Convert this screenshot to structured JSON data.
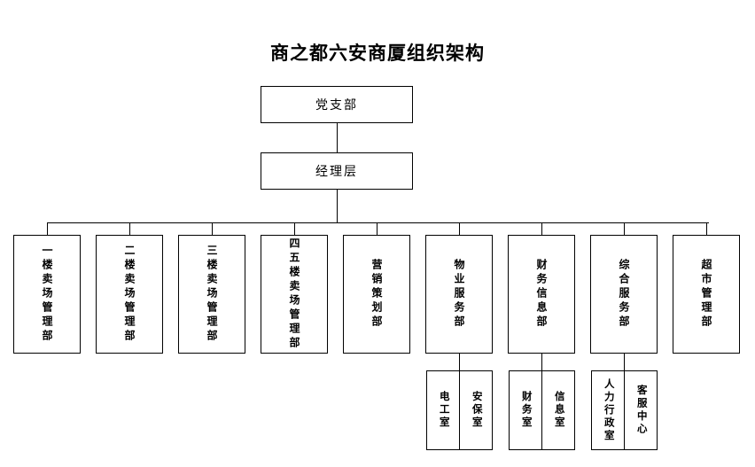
{
  "diagram": {
    "type": "org-chart",
    "title": "商之都六安商厦组织架构",
    "orientation": "top-down",
    "line_color": "#000000",
    "background_color": "#ffffff",
    "top_nodes": [
      {
        "id": "party",
        "label": "党支部",
        "orientation": "horizontal"
      },
      {
        "id": "management",
        "label": "经理层",
        "orientation": "horizontal"
      }
    ],
    "departments": [
      {
        "id": "floor1",
        "label": "一楼卖场管理部",
        "orientation": "vertical"
      },
      {
        "id": "floor2",
        "label": "二楼卖场管理部",
        "orientation": "vertical"
      },
      {
        "id": "floor3",
        "label": "三楼卖场管理部",
        "orientation": "vertical"
      },
      {
        "id": "floor45",
        "label": "四五楼卖场管理部",
        "orientation": "vertical"
      },
      {
        "id": "marketing",
        "label": "营销策划部",
        "orientation": "vertical"
      },
      {
        "id": "property",
        "label": "物业服务部",
        "orientation": "vertical"
      },
      {
        "id": "finance",
        "label": "财务信息部",
        "orientation": "vertical"
      },
      {
        "id": "general",
        "label": "综合服务部",
        "orientation": "vertical"
      },
      {
        "id": "supermarket",
        "label": "超市管理部",
        "orientation": "vertical"
      }
    ],
    "sub_units": [
      {
        "id": "electrician",
        "parent": "property",
        "label": "电工室",
        "orientation": "vertical"
      },
      {
        "id": "security",
        "parent": "property",
        "label": "安保室",
        "orientation": "vertical"
      },
      {
        "id": "accounting",
        "parent": "finance",
        "label": "财务室",
        "orientation": "vertical"
      },
      {
        "id": "information",
        "parent": "finance",
        "label": "信息室",
        "orientation": "vertical"
      },
      {
        "id": "hr-admin",
        "parent": "general",
        "label": "人力行政室",
        "orientation": "vertical"
      },
      {
        "id": "customer-service",
        "parent": "general",
        "label": "客服中心",
        "orientation": "vertical"
      }
    ]
  }
}
